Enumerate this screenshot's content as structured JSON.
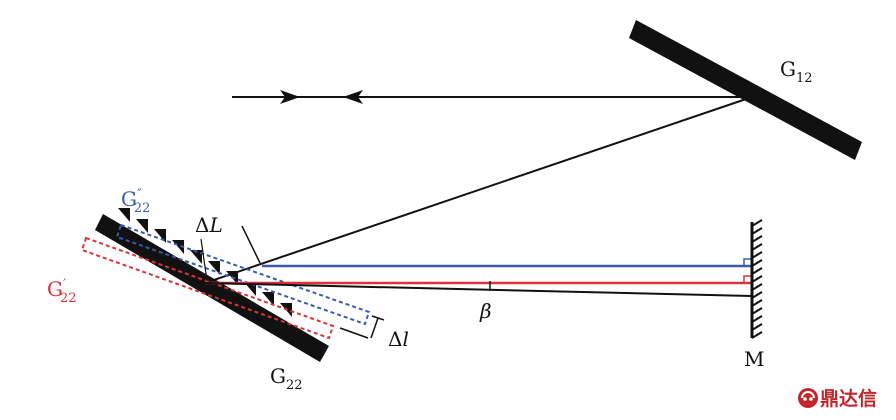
{
  "labels": {
    "g12": {
      "main": "G",
      "sub": "12"
    },
    "g22": {
      "main": "G",
      "sub": "22"
    },
    "g22_prime": {
      "main": "G",
      "sup": "′",
      "sub": "22"
    },
    "g22_dprime": {
      "main": "G",
      "sup": "″",
      "sub": "22"
    },
    "delta_L": {
      "main": "Δ",
      "ital": "L"
    },
    "delta_l": {
      "main": "Δ",
      "ital": "l"
    },
    "beta": "β",
    "mirror": "M"
  },
  "watermark": {
    "text": "鼎达信"
  },
  "colors": {
    "black": "#111111",
    "blue": "#3b5ba8",
    "red": "#d8343a",
    "watermark": "#c0272d"
  }
}
